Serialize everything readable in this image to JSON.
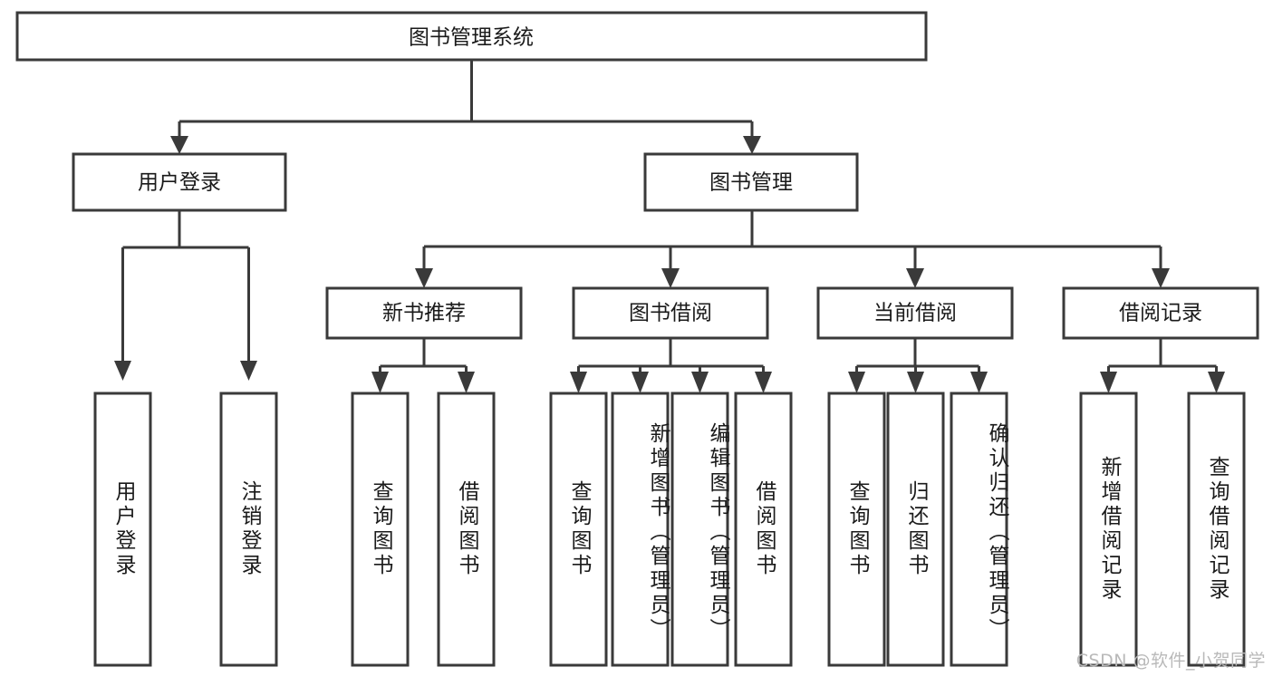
{
  "diagram": {
    "type": "tree",
    "title": "图书管理系统",
    "watermark": "CSDN @软件_小贺同学",
    "colors": {
      "stroke": "#3a3a3a",
      "fill": "#ffffff",
      "text": "#1a1a1a",
      "watermark": "#b9b9b9",
      "background": "#ffffff"
    },
    "root": {
      "label": "图书管理系统"
    },
    "level2": [
      {
        "label": "用户登录"
      },
      {
        "label": "图书管理"
      }
    ],
    "level3": [
      {
        "label": "新书推荐"
      },
      {
        "label": "图书借阅"
      },
      {
        "label": "当前借阅"
      },
      {
        "label": "借阅记录"
      }
    ],
    "leaves_user_login": [
      {
        "label": "用户登录"
      },
      {
        "label": "注销登录"
      }
    ],
    "leaves_new_book": [
      {
        "label": "查询图书"
      },
      {
        "label": "借阅图书"
      }
    ],
    "leaves_borrow": [
      {
        "label": "查询图书"
      },
      {
        "label": "新增图书（管理员）"
      },
      {
        "label": "编辑图书（管理员）"
      },
      {
        "label": "借阅图书"
      }
    ],
    "leaves_current": [
      {
        "label": "查询图书"
      },
      {
        "label": "归还图书"
      },
      {
        "label": "确认归还（管理员）"
      }
    ],
    "leaves_records": [
      {
        "label": "新增借阅记录"
      },
      {
        "label": "查询借阅记录"
      }
    ]
  }
}
